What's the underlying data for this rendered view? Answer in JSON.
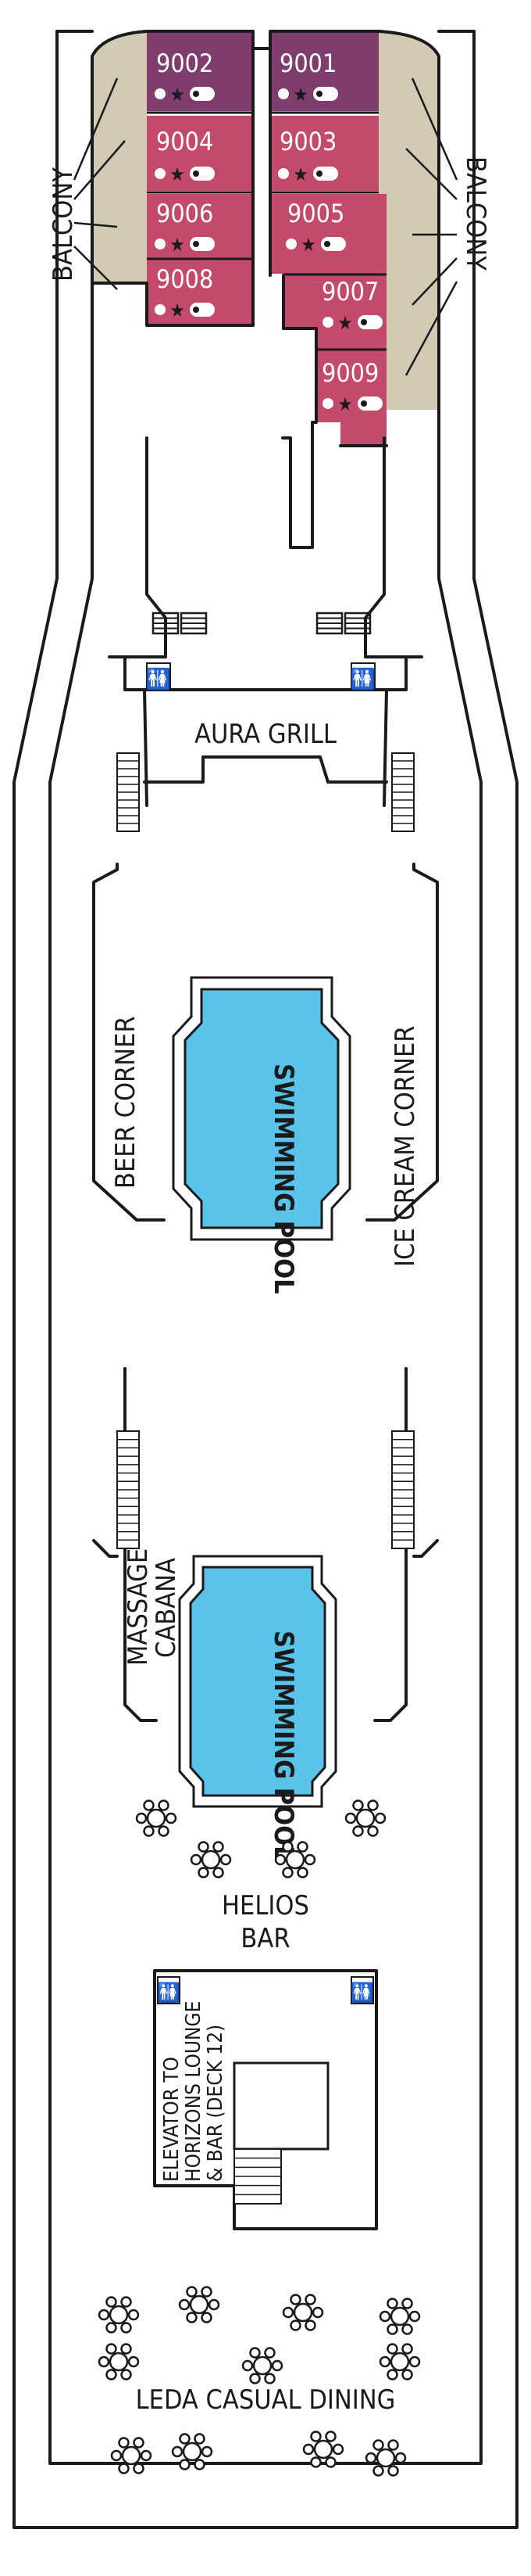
{
  "colors": {
    "balcony": "#d2cab4",
    "cabin_suite": "#7e3d6d",
    "cabin": "#c44a6b",
    "pool_water": "#59c3ea",
    "pool_surround": "#ffffff",
    "outline": "#1a1a1a"
  },
  "cabins": [
    {
      "number": "9002",
      "category": "suite"
    },
    {
      "number": "9001",
      "category": "suite"
    },
    {
      "number": "9004",
      "category": "standard"
    },
    {
      "number": "9003",
      "category": "standard"
    },
    {
      "number": "9006",
      "category": "standard"
    },
    {
      "number": "9005",
      "category": "standard"
    },
    {
      "number": "9008",
      "category": "standard"
    },
    {
      "number": "9007",
      "category": "standard"
    },
    {
      "number": "9009",
      "category": "standard"
    }
  ],
  "labels": {
    "balcony_left": "BALCONY",
    "balcony_right": "BALCONY",
    "aura_grill": "AURA GRILL",
    "beer_corner": "BEER CORNER",
    "ice_cream_corner": "ICE CREAM CORNER",
    "pool_1": "SWIMMING POOL",
    "pool_2": "SWIMMING POOL",
    "massage_cabana_line1": "MASSAGE",
    "massage_cabana_line2": "CABANA",
    "helios_bar_line1": "HELIOS",
    "helios_bar_line2": "BAR",
    "elevator_line1": "ELEVATOR TO",
    "elevator_line2": "HORIZONS LOUNGE",
    "elevator_line3": "& BAR (DECK 12)",
    "leda_casual_dining": "LEDA CASUAL DINING"
  },
  "icons": {
    "cabin_features": [
      "dot-icon",
      "star-icon",
      "pill-icon"
    ],
    "restroom": "restroom-icon",
    "stairs": "stairs-icon",
    "elevator": "elevator-icon",
    "table": "table-with-chairs-icon"
  }
}
